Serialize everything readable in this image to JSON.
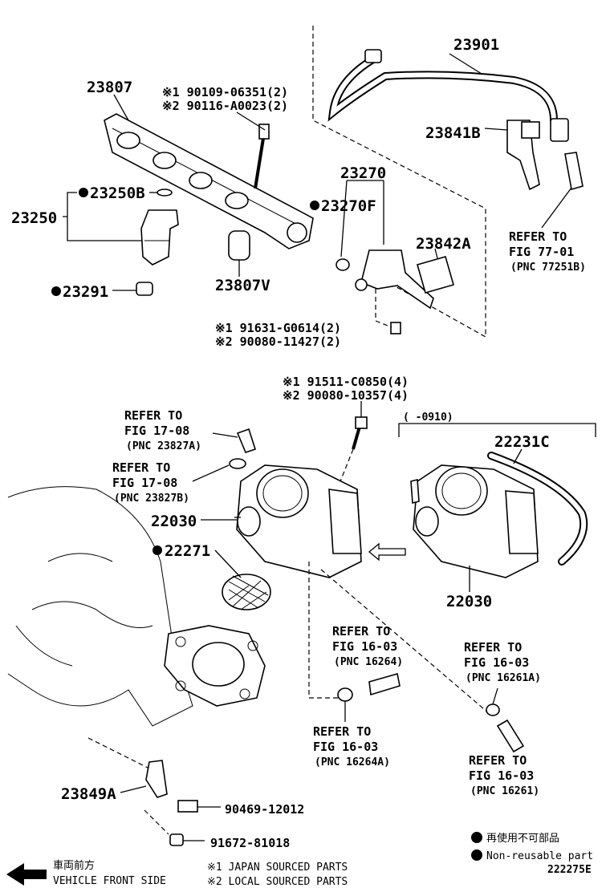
{
  "labels": {
    "p23807": "23807",
    "p23901": "23901",
    "p23841b": "23841B",
    "p23270": "23270",
    "p23270f": "23270F",
    "p23250b": "23250B",
    "p23250": "23250",
    "p23291": "23291",
    "p23807v": "23807V",
    "p23842a": "23842A",
    "p22231c": "22231C",
    "p22030a": "22030",
    "p22030b": "22030",
    "p22271": "22271",
    "p23849a": "23849A",
    "bolt_top_1": "※1 90109-06351(2)",
    "bolt_top_2": "※2 90116-A0023(2)",
    "bolt_mid_1": "※1 91631-G0614(2)",
    "bolt_mid_2": "※2 90080-11427(2)",
    "bolt_tb_1": "※1 91511-C0850(4)",
    "bolt_tb_2": "※2 90080-10357(4)",
    "pn_90469": "90469-12012",
    "pn_91672": "91672-81018",
    "date_range": "(     -0910)",
    "diagram_id": "222275E"
  },
  "refs": [
    {
      "line1": "REFER TO",
      "line2": "FIG 77-01",
      "line3": "(PNC 77251B)"
    },
    {
      "line1": "REFER TO",
      "line2": "FIG 17-08",
      "line3": "(PNC 23827A)"
    },
    {
      "line1": "REFER TO",
      "line2": "FIG 17-08",
      "line3": "(PNC 23827B)"
    },
    {
      "line1": "REFER TO",
      "line2": "FIG 16-03",
      "line3": "(PNC 16264)"
    },
    {
      "line1": "REFER TO",
      "line2": "FIG 16-03",
      "line3": "(PNC 16261A)"
    },
    {
      "line1": "REFER TO",
      "line2": "FIG 16-03",
      "line3": "(PNC 16264A)"
    },
    {
      "line1": "REFER TO",
      "line2": "FIG 16-03",
      "line3": "(PNC 16261)"
    }
  ],
  "legend": {
    "nonreusable_jp": "再使用不可部品",
    "nonreusable_en": "Non-reusable part",
    "front_jp": "車両前方",
    "front_en": "VEHICLE FRONT SIDE",
    "note1": "※1 JAPAN SOURCED PARTS",
    "note2": "※2 LOCAL SOURCED PARTS"
  },
  "colors": {
    "ink": "#000000",
    "paper": "#ffffff"
  }
}
